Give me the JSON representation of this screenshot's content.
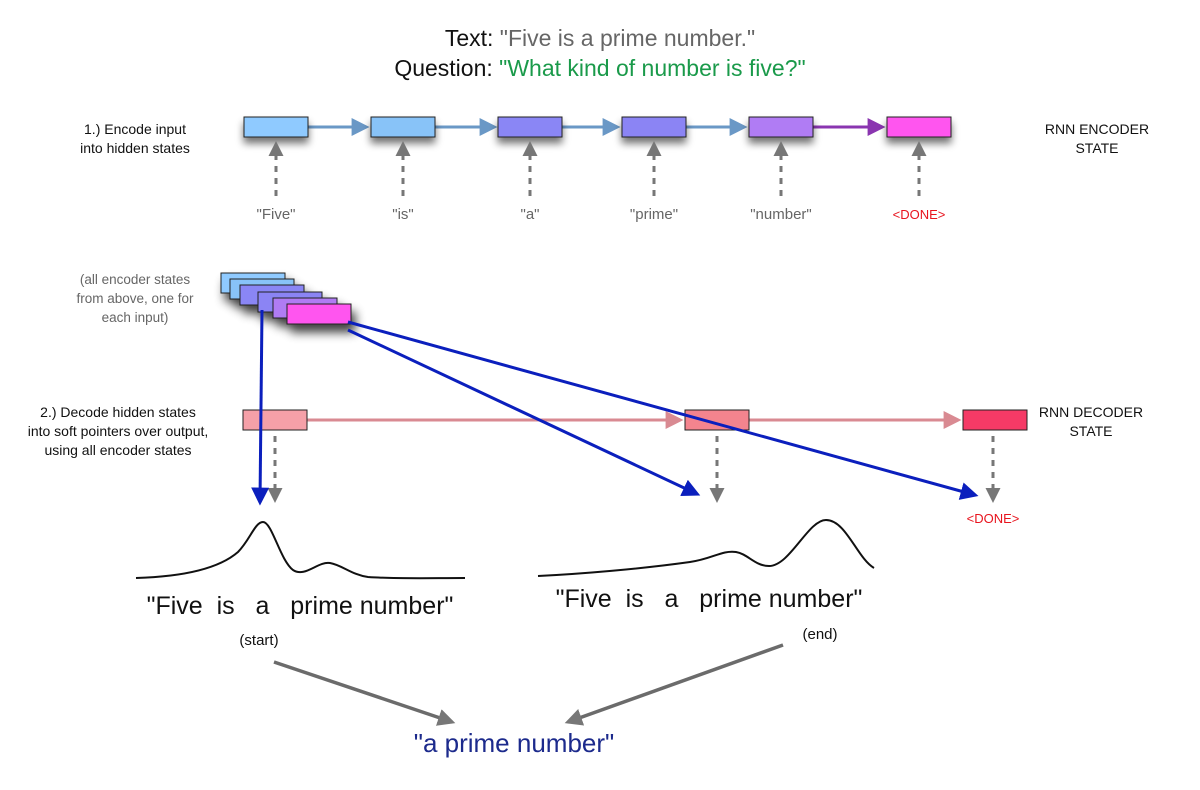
{
  "header": {
    "text_label": "Text:",
    "text_value": "\"Five is a prime number.\"",
    "question_label": "Question:",
    "question_value": "\"What kind of number is five?\""
  },
  "step1": {
    "line1": "1.) Encode input",
    "line2": "into hidden states",
    "state_label_line1": "RNN ENCODER",
    "state_label_line2": "STATE"
  },
  "encoder_tokens": [
    "\"Five\"",
    "\"is\"",
    "\"a\"",
    "\"prime\"",
    "\"number\"",
    "<DONE>"
  ],
  "stack_note": {
    "line1": "(all encoder states",
    "line2": "from above, one for",
    "line3": "each input)"
  },
  "step2": {
    "line1": "2.) Decode hidden states",
    "line2": "into soft pointers over output,",
    "line3": "using all encoder states",
    "state_label_line1": "RNN DECODER",
    "state_label_line2": "STATE"
  },
  "decoder_done": "<DONE>",
  "sentence_words": [
    "\"Five",
    "is",
    "a",
    "prime",
    "number\""
  ],
  "start_label": "(start)",
  "end_label": "(end)",
  "answer": "\"a prime number\"",
  "colors": {
    "encoder_boxes": [
      "#8fcaff",
      "#88c3f8",
      "#8a86f5",
      "#8b84f4",
      "#b07cf4",
      "#ff55ef"
    ],
    "decoder_boxes": [
      "#f5a0a8",
      "#f4848e",
      "#f53a66"
    ],
    "token_gray": "#666666",
    "done_red": "#e8141e",
    "question_green": "#1a9a4a",
    "answer_blue": "#1c2a8c",
    "pointer_blue": "#0b1fbd"
  }
}
